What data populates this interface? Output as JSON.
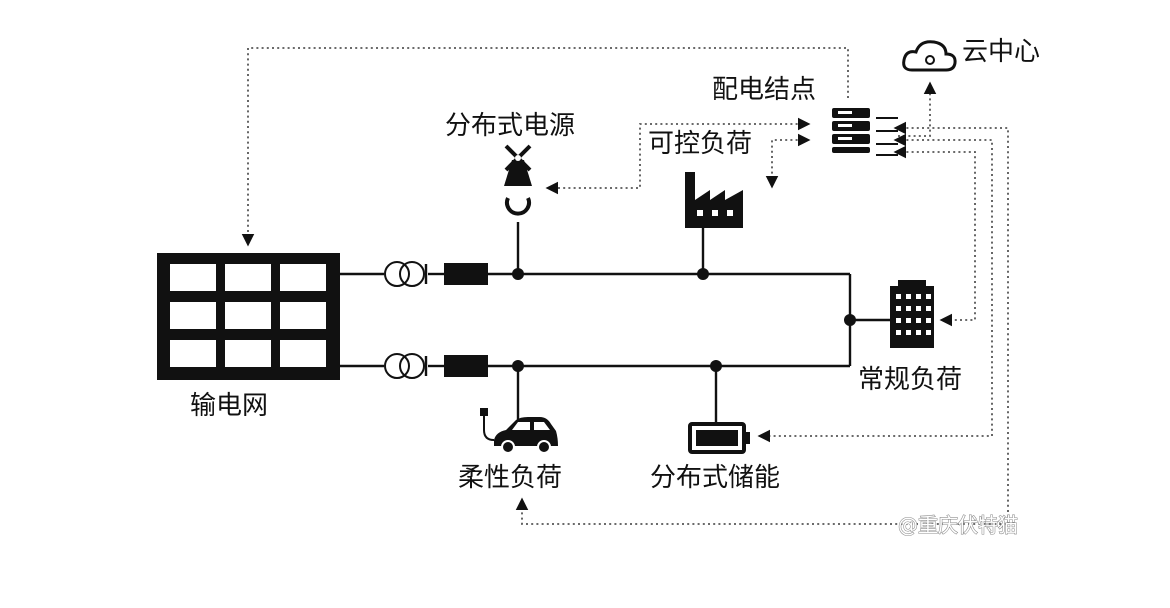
{
  "labels": {
    "cloud_center": "云中心",
    "distribution_node": "配电结点",
    "distributed_power": "分布式电源",
    "controllable_load": "可控负荷",
    "transmission_grid": "输电网",
    "regular_load": "常规负荷",
    "flexible_load": "柔性负荷",
    "distributed_storage": "分布式储能"
  },
  "watermark": "@重庆伏特猫",
  "colors": {
    "line": "#111111",
    "comm_line": "#555555",
    "background": "#ffffff"
  },
  "icons": {
    "cloud": "cloud-icon",
    "server": "server-rack-icon",
    "wind": "wind-turbine-icon",
    "factory": "factory-icon",
    "grid": "grid-panel-icon",
    "building": "office-building-icon",
    "car": "electric-car-icon",
    "battery": "battery-icon",
    "transformer": "transformer-icon",
    "breaker": "breaker-icon"
  }
}
